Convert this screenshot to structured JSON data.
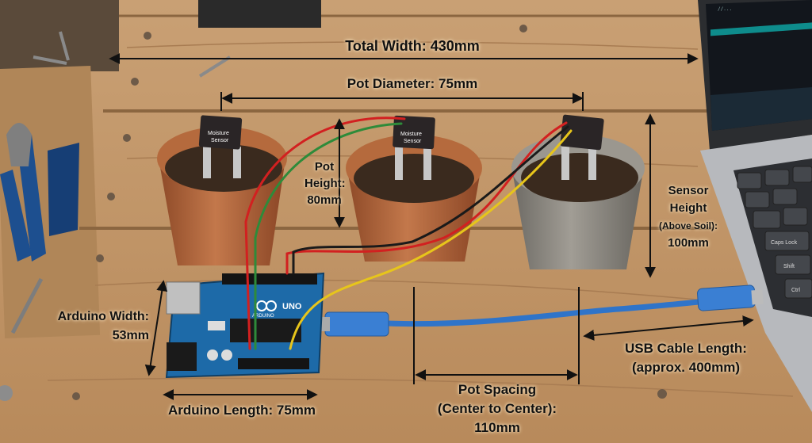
{
  "labels": {
    "total_width": "Total Width: 430mm",
    "pot_diameter": "Pot Diameter: 75mm",
    "pot_height_1": "Pot",
    "pot_height_2": "Height:",
    "pot_height_3": "80mm",
    "sensor_height_1": "Sensor",
    "sensor_height_2": "Height",
    "sensor_height_3": "(Above Soil):",
    "sensor_height_4": "100mm",
    "arduino_width_1": "Arduino Width:",
    "arduino_width_2": "53mm",
    "arduino_length": "Arduino Length: 75mm",
    "usb_length_1": "USB Cable Length:",
    "usb_length_2": "(approx. 400mm)",
    "pot_spacing_1": "Pot Spacing",
    "pot_spacing_2": "(Center to Center):",
    "pot_spacing_3": "110mm"
  },
  "sensor_text": [
    "Moisture",
    "Sensor"
  ],
  "board_text": [
    "UNO",
    "ARDUINO"
  ],
  "laptop_keys": [
    "Caps Lock",
    "Shift",
    "Ctrl"
  ],
  "colors": {
    "wood": "#c79b6c",
    "pot": "#b5683d",
    "pot_gray": "#8e8a82",
    "soil": "#3a2a1e",
    "arduino": "#1d6aa8",
    "usb": "#2f74c9",
    "wire_red": "#d22020",
    "wire_green": "#2e8b3a",
    "wire_yellow": "#e7c51b",
    "wire_black": "#1a1a1a"
  }
}
